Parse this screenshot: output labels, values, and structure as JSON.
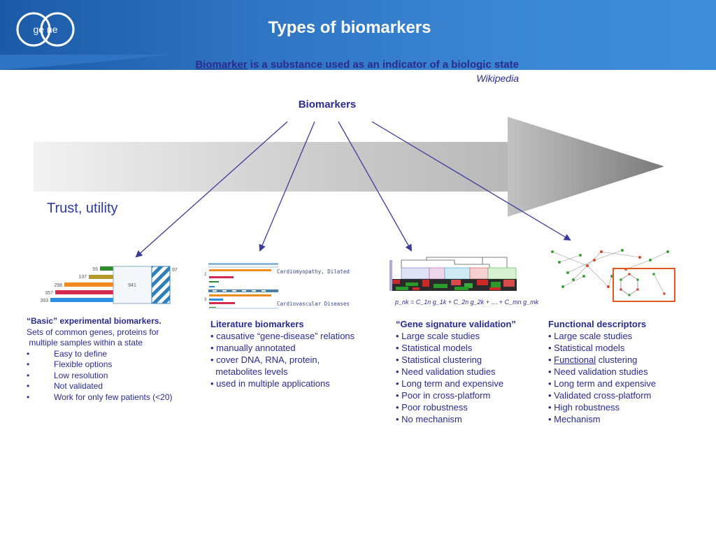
{
  "header": {
    "title": "Types of biomarkers",
    "logo_text": "ge ne"
  },
  "definition": {
    "term": "Biomarker",
    "rest": " is a substance used as an indicator of a biologic state",
    "source": "Wikipedia"
  },
  "biomarkers_label": "Biomarkers",
  "trust_label": "Trust, utility",
  "basic_chart": {
    "values": [
      55,
      137,
      298,
      357,
      393
    ],
    "box_value": "941",
    "side_value": "97"
  },
  "literature_chart": {
    "labels": [
      "Cardiomyopathy, Dilated",
      "Cardiovascular Diseases"
    ],
    "row_numbers": [
      "2",
      "3"
    ]
  },
  "formula": "p_nk = C_1n g_1k + C_2n g_2k + … + C_mn g_mk",
  "columns": {
    "basic": {
      "head": "“Basic” experimental biomarkers.",
      "desc1": "Sets of common genes, proteins for",
      "desc2": " multiple samples within a state",
      "bullets": [
        "Easy to define",
        "Flexible options",
        "Low resolution",
        "Not validated",
        "Work for only few patients (<20)"
      ]
    },
    "literature": {
      "head": "Literature biomarkers",
      "items": [
        "• causative “gene-disease” relations",
        "• manually annotated",
        "• cover DNA, RNA, protein,",
        "  metabolites levels",
        "• used in multiple applications"
      ]
    },
    "signature": {
      "head": "“Gene signature validation”",
      "items": [
        "• Large scale studies",
        "• Statistical models",
        "• Statistical clustering",
        "• Need validation studies",
        "• Long term and expensive",
        "• Poor in cross-platform",
        "• Poor robustness",
        "• No mechanism"
      ]
    },
    "functional": {
      "head": "Functional descriptors",
      "items_a": [
        "• Large scale studies",
        "• Statistical models"
      ],
      "bullet": "• ",
      "functional_word": "Functional",
      "clustering_word": " clustering",
      "items_b": [
        "• Need validation studies",
        "• Long term and expensive",
        "• Validated cross-platform",
        "• High robustness",
        "• Mechanism"
      ]
    }
  },
  "colors": {
    "text": "#2b2b8e",
    "header": "#2f74c2",
    "arrow_line": "#3b3b9a"
  }
}
